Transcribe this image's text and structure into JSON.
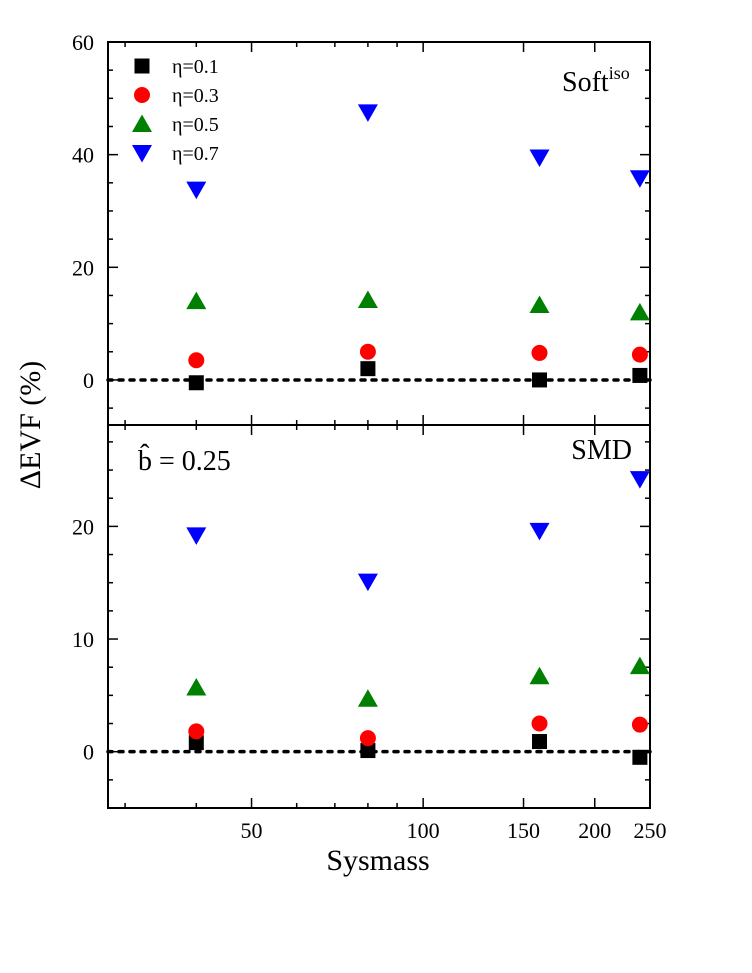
{
  "chart_data": [
    {
      "type": "scatter",
      "title": "",
      "annotation": "Soft",
      "annotation_sup": "iso",
      "xlabel": "Sysmass",
      "ylabel": "ΔEVF (%)",
      "x_scale": "log",
      "xlim": [
        28,
        250
      ],
      "ylim": [
        -8,
        60
      ],
      "y_ticks": [
        {
          "value": 0,
          "label": "0"
        },
        {
          "value": 20,
          "label": "20"
        },
        {
          "value": 40,
          "label": "40"
        },
        {
          "value": 60,
          "label": "60"
        }
      ],
      "y_minor_step": 5,
      "reference_line": 0,
      "legend_position": "top-left",
      "series": [
        {
          "name": "η=0.1",
          "marker": "square",
          "color": "#000000",
          "x": [
            40,
            80,
            160,
            240
          ],
          "y": [
            -0.5,
            2,
            0,
            0.8
          ]
        },
        {
          "name": "η=0.3",
          "marker": "circle",
          "color": "#ff0000",
          "x": [
            40,
            80,
            160,
            240
          ],
          "y": [
            3.5,
            5,
            4.8,
            4.5
          ]
        },
        {
          "name": "η=0.5",
          "marker": "triangle-up",
          "color": "#008000",
          "x": [
            40,
            80,
            160,
            240
          ],
          "y": [
            14,
            14.2,
            13.3,
            12
          ]
        },
        {
          "name": "η=0.7",
          "marker": "triangle-down",
          "color": "#0000ff",
          "x": [
            40,
            80,
            160,
            240
          ],
          "y": [
            33.8,
            47.5,
            39.5,
            35.8
          ]
        }
      ]
    },
    {
      "type": "scatter",
      "title": "",
      "annotation": "SMD",
      "parameter_label": "b̂ = 0.25",
      "xlabel": "Sysmass",
      "ylabel": "ΔEVF (%)",
      "x_scale": "log",
      "xlim": [
        28,
        250
      ],
      "ylim": [
        -5,
        29
      ],
      "y_ticks": [
        {
          "value": 0,
          "label": "0"
        },
        {
          "value": 10,
          "label": "10"
        },
        {
          "value": 20,
          "label": "20"
        }
      ],
      "y_minor_step": 2.5,
      "reference_line": 0,
      "series": [
        {
          "name": "η=0.1",
          "marker": "square",
          "color": "#000000",
          "x": [
            40,
            80,
            160,
            240
          ],
          "y": [
            0.8,
            0.1,
            0.9,
            -0.5
          ]
        },
        {
          "name": "η=0.3",
          "marker": "circle",
          "color": "#ff0000",
          "x": [
            40,
            80,
            160,
            240
          ],
          "y": [
            1.8,
            1.2,
            2.5,
            2.4
          ]
        },
        {
          "name": "η=0.5",
          "marker": "triangle-up",
          "color": "#008000",
          "x": [
            40,
            80,
            160,
            240
          ],
          "y": [
            5.7,
            4.7,
            6.7,
            7.6
          ]
        },
        {
          "name": "η=0.7",
          "marker": "triangle-down",
          "color": "#0000ff",
          "x": [
            40,
            80,
            160,
            240
          ],
          "y": [
            19.2,
            15.1,
            19.6,
            24.2
          ]
        }
      ]
    }
  ],
  "x_axis": {
    "label": "Sysmass",
    "ticks": [
      {
        "value": 50,
        "label": "50"
      },
      {
        "value": 100,
        "label": "100"
      },
      {
        "value": 150,
        "label": "150"
      },
      {
        "value": 200,
        "label": "200"
      },
      {
        "value": 250,
        "label": "250"
      }
    ],
    "minor_ticks": [
      30,
      40,
      60,
      70,
      80,
      90
    ]
  }
}
